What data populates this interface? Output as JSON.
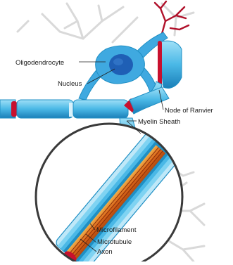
{
  "diagram": {
    "labels": {
      "oligodendrocyte": "Oligodendrocyte",
      "nucleus": "Nucleus",
      "node_of_ranvier": "Node of Ranvier",
      "myelin_sheath": "Myelin Sheath",
      "microfilament": "Microfilament",
      "microtubule": "Microtubule",
      "axon": "Axon"
    },
    "colors": {
      "myelin_light": "#7fd3f2",
      "myelin_dark": "#1f8fc4",
      "cell_body": "#3fa9e0",
      "nucleus": "#1f5fb5",
      "node": "#c8102e",
      "axon_core": "#e07a10",
      "neuron_gray": "#d8d8d8"
    }
  }
}
